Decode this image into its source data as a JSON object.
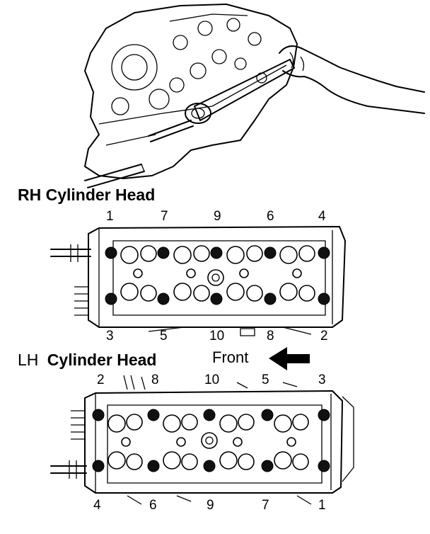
{
  "rh_head": {
    "title": "RH Cylinder Head",
    "top_sequence": [
      "1",
      "7",
      "9",
      "6",
      "4"
    ],
    "bottom_sequence": [
      "3",
      "5",
      "10",
      "8",
      "2"
    ]
  },
  "lh_head": {
    "title_prefix": "LH",
    "title_rest": "Cylinder Head",
    "top_sequence": [
      "2",
      "8",
      "10",
      "5",
      "3"
    ],
    "bottom_sequence": [
      "4",
      "6",
      "9",
      "7",
      "1"
    ]
  },
  "direction": {
    "label": "Front",
    "arrow": "left-arrow-icon"
  }
}
